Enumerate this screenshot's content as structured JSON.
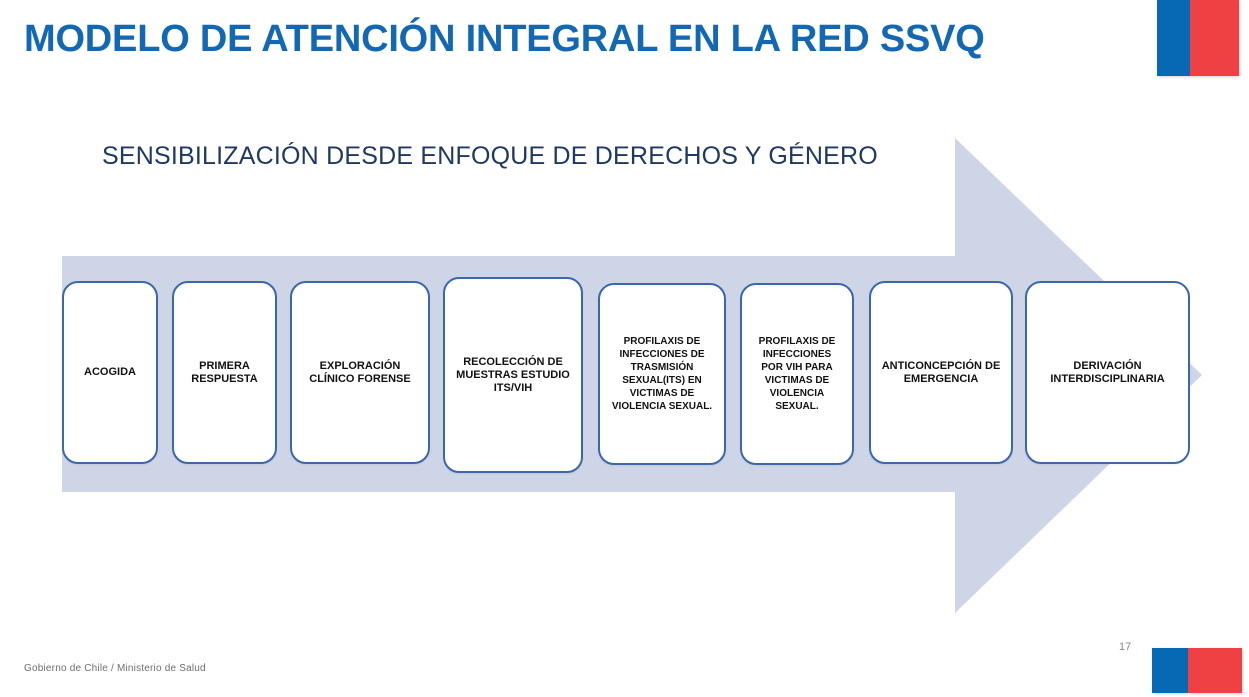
{
  "slide": {
    "title": "MODELO DE ATENCIÓN INTEGRAL EN LA RED SSVQ",
    "subtitle": "SENSIBILIZACIÓN DESDE ENFOQUE DE DERECHOS Y GÉNERO",
    "footer_text": "Gobierno de Chile / Ministerio de Salud",
    "page_number": "17"
  },
  "colors": {
    "title_blue": "#1268B3",
    "subtitle_navy": "#203864",
    "arrow_fill": "#CED5E7",
    "box_border": "#3A68AA",
    "box_fill": "#FFFFFF",
    "flag_blue": "#0768B4",
    "flag_red": "#EF4044",
    "footer_gray": "#6E6E6E"
  },
  "flow": {
    "direction": "left-to-right",
    "steps": [
      {
        "id": "acogida",
        "label": "ACOGIDA",
        "font_size": 11
      },
      {
        "id": "primera-respuesta",
        "label": "PRIMERA\nRESPUESTA",
        "font_size": 11
      },
      {
        "id": "exploracion-clinico-forense",
        "label": "EXPLORACIÓN\nCLÍNICO FORENSE",
        "font_size": 11
      },
      {
        "id": "recoleccion-muestras",
        "label": "RECOLECCIÓN DE\nMUESTRAS ESTUDIO\nITS/VIH",
        "font_size": 11
      },
      {
        "id": "profilaxis-its",
        "label": "PROFILAXIS DE\nINFECCIONES DE\nTRASMISIÓN\nSEXUAL(ITS) EN\nVICTIMAS DE\nVIOLENCIA SEXUAL.",
        "font_size": 10
      },
      {
        "id": "profilaxis-vih",
        "label": "PROFILAXIS DE\nINFECCIONES\nPOR VIH PARA\nVICTIMAS DE\nVIOLENCIA\nSEXUAL.",
        "font_size": 10
      },
      {
        "id": "anticoncepcion-emergencia",
        "label": "ANTICONCEPCIÓN DE\nEMERGENCIA",
        "font_size": 11
      },
      {
        "id": "derivacion-interdisciplinaria",
        "label": "DERIVACIÓN\nINTERDISCIPLINARIA",
        "font_size": 11
      }
    ]
  }
}
